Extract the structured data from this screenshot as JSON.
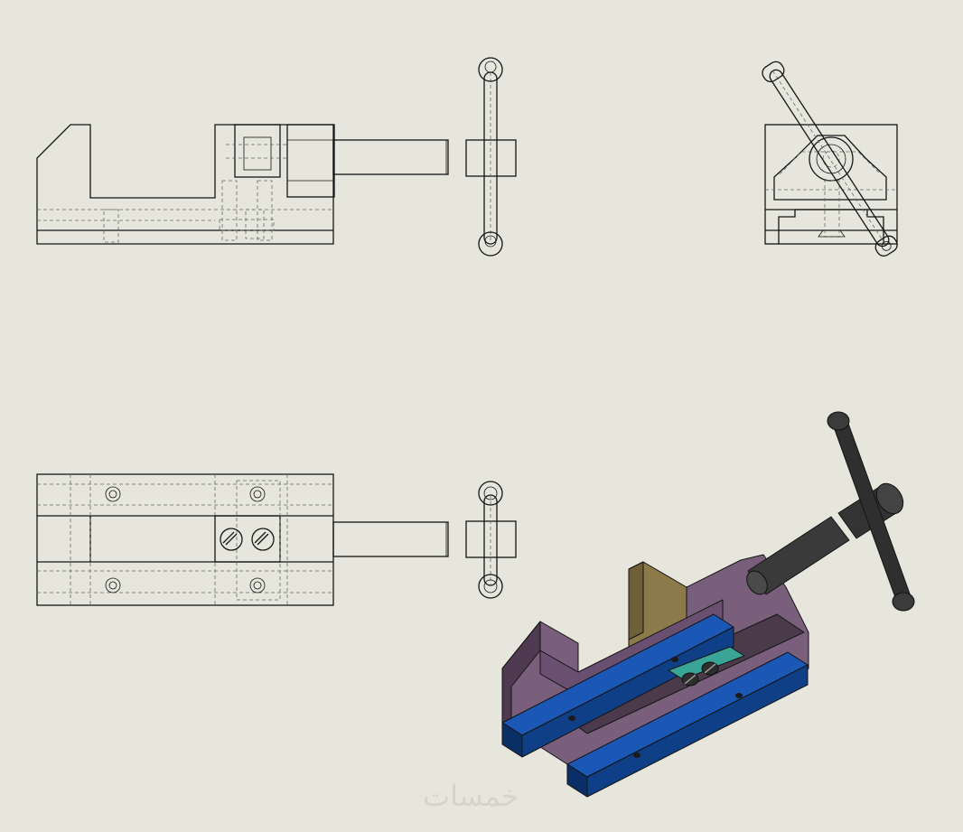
{
  "drawing": {
    "views": [
      "front-view",
      "side-view",
      "top-view",
      "isometric-view"
    ],
    "colors": {
      "background": "#e6e6dc",
      "line": "#151515",
      "hidden_line": "#6a6a6a",
      "body": "#7a5f7c",
      "body_dark": "#5e4660",
      "jaw_plate": "#0f3f86",
      "jaw_plate_edge": "#1b57b4",
      "movable_jaw": "#8c7a4a",
      "gib": "#3aa597",
      "screw": "#3a3a3a"
    }
  },
  "watermark": {
    "text": "خمسات"
  }
}
